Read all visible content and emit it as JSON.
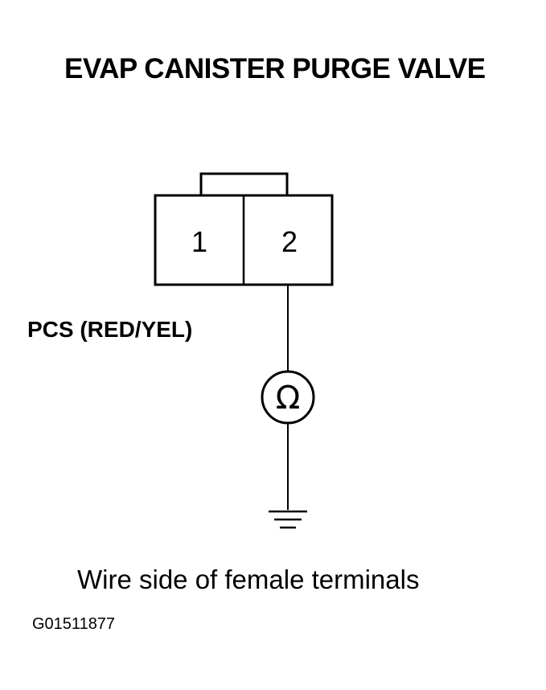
{
  "diagram": {
    "title": "EVAP CANISTER PURGE VALVE",
    "connector": {
      "terminals": [
        "1",
        "2"
      ]
    },
    "wire_label": "PCS (RED/YEL)",
    "meter": {
      "symbol": "Ω",
      "icon": "ohmmeter-icon"
    },
    "ground_icon": "ground-icon",
    "caption": "Wire side of female terminals",
    "figure_id": "G01511877"
  }
}
